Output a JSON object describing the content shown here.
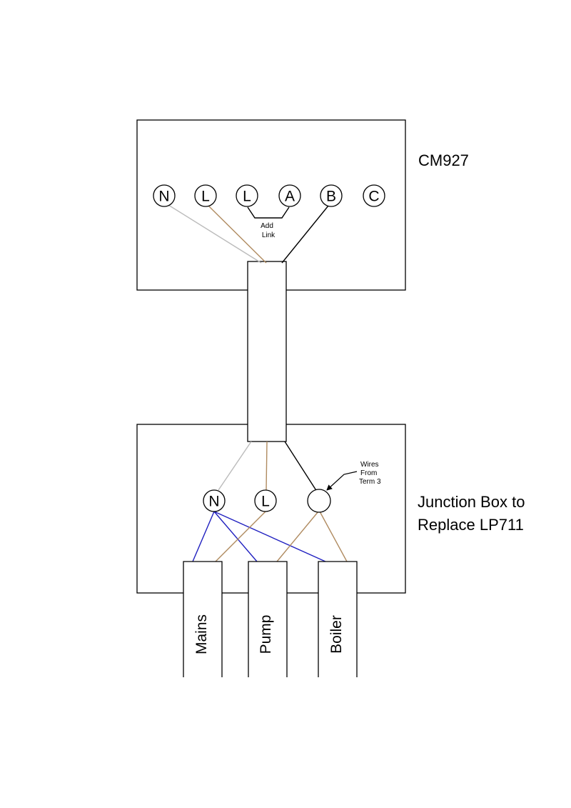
{
  "thermostat": {
    "title": "CM927",
    "terminals": [
      "N",
      "L",
      "L",
      "A",
      "B",
      "C"
    ],
    "link_note": [
      "Add",
      "Link"
    ]
  },
  "junction_box": {
    "title_lines": [
      "Junction Box to",
      "Replace LP711"
    ],
    "terminals": [
      "N",
      "L",
      ""
    ],
    "note_lines": [
      "Wires",
      "From",
      "Term 3"
    ]
  },
  "cables": [
    "Mains",
    "Pump",
    "Boiler"
  ],
  "colors": {
    "neutral_grey": "#bbbbbb",
    "live_brown": "#b08b60",
    "switched_black": "#000000",
    "neutral_blue": "#2020c0"
  }
}
